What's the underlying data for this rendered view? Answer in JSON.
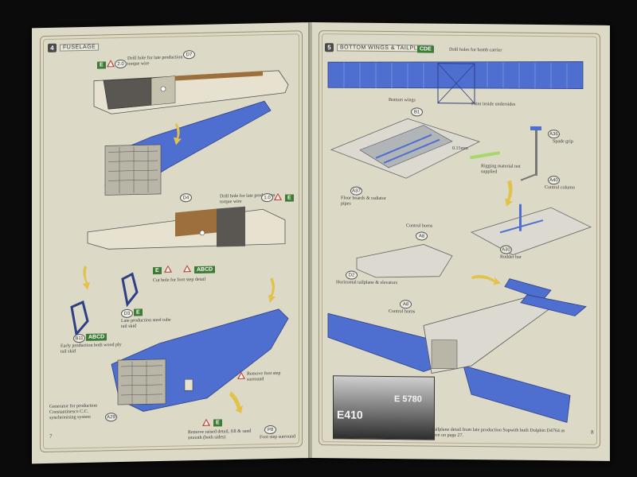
{
  "left_page": {
    "step_number": "4",
    "step_title": "FUSELAGE",
    "page_number": "7",
    "notes": {
      "drill_hole_top": "Drill hole for late production torque wire",
      "drill_hole_mid": "Drill hole for late production torque wire",
      "cut_hole": "Cut hole for foot step detail",
      "late_skid": "Late production steel tube tail skid",
      "early_skid": "Early production both wood ply tail skid",
      "generator": "Generator for production Constantinesco C.C. synchronising system",
      "remove_detail": "Remove raised detail, fill & sand smooth (both sides)",
      "remove_footstep": "Remove foot step surround",
      "footstep_surround": "Foot step surround"
    },
    "callouts": {
      "d7": "D7",
      "d4": "D4",
      "d3": "D3",
      "b11": "B11",
      "a29": "A29",
      "p8": "P8"
    },
    "badges": {
      "e1": "E",
      "e2": "E",
      "e3": "E",
      "abcd1": "ABCD",
      "e4": "E",
      "abcd2": "ABCD",
      "e5": "E"
    },
    "marks": {
      "two_a": "2.0",
      "two_b": "1.0"
    }
  },
  "right_page": {
    "step_number": "5",
    "step_title": "BOTTOM WINGS & TAILPLANE",
    "page_number": "8",
    "badge_cde": "CDE",
    "drill_note": "Drill holes for bomb carrier",
    "notes": {
      "bottom_wings": "Bottom wings",
      "paint_note": "Paint inside undersides",
      "rigging_size": "0.15mm",
      "rigging_note": "Rigging material not supplied",
      "spade_grip": "Spade grip",
      "control_column": "Control column",
      "floor_boards": "Floor boards & radiator pipes",
      "control_horns_top": "Control horns",
      "rudder_bar": "Rudder bar",
      "tailplane": "Horizontal tailplane & elevators",
      "control_horns_bottom": "Control horns",
      "caption": "Tailplane detail from late production Sopwith built Dolphin D4764 as seen on page 27."
    },
    "callouts": {
      "b1": "B1",
      "a36": "A36",
      "a37": "A37",
      "a40": "A40",
      "a8_top": "A8",
      "a30": "A30",
      "d2": "D2",
      "a8_bottom": "A8"
    },
    "photo_text": {
      "left": "E410",
      "right": "E 5780"
    }
  },
  "colors": {
    "paper": "#dcd9c6",
    "part_blue": "#4f6fd0",
    "part_grey": "#c5c1b0",
    "badge_green": "#3e7b36",
    "warning_red": "#c0392b",
    "background": "#0b0b0b"
  }
}
